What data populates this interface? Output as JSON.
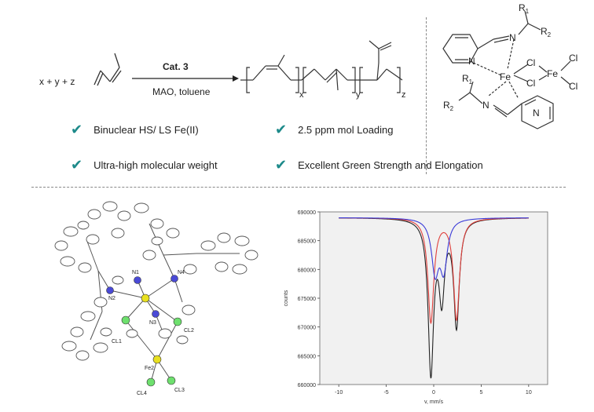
{
  "reaction": {
    "reactants": "x + y + z",
    "catalyst": "Cat. 3",
    "conditions": "MAO, toluene",
    "subscripts": [
      "x",
      "y",
      "z"
    ]
  },
  "complex_labels": {
    "r1_top": "R",
    "r1_top_sub": "1",
    "r2_top": "R",
    "r2_top_sub": "2",
    "n_imine_top": "N",
    "n_py_top": "N",
    "fe1": "Fe",
    "fe2": "Fe",
    "cl_a": "Cl",
    "cl_b": "Cl",
    "cl_c": "Cl",
    "cl_d": "Cl",
    "r1_bot": "R",
    "r1_bot_sub": "1",
    "r2_bot": "R",
    "r2_bot_sub": "2",
    "n_imine_bot": "N",
    "n_py_bot": "N"
  },
  "features": [
    {
      "icon": "check-icon",
      "text": "Binuclear HS/ LS Fe(II)"
    },
    {
      "icon": "check-icon",
      "text": "2.5 ppm mol Loading"
    },
    {
      "icon": "check-icon",
      "text": "Ultra-high molecular weight"
    },
    {
      "icon": "check-icon",
      "text": "Excellent Green Strength and Elongation"
    }
  ],
  "crystal_labels": {
    "n1": "N1",
    "n2": "N2",
    "n3": "N3",
    "n4": "N4",
    "cl1": "CL1",
    "cl2": "CL2",
    "cl3": "CL3",
    "cl4": "CL4",
    "fe2": "Fe2"
  },
  "colors": {
    "accent_check": "#1d8a8a",
    "series_black": "#222222",
    "series_red": "#e0403c",
    "series_blue": "#3a3ad8",
    "plot_bg": "#f1f1f1"
  },
  "chart_data": {
    "type": "line",
    "xlabel": "v, mm/s",
    "ylabel": "counts",
    "xlim": [
      -12,
      12
    ],
    "ylim": [
      660000,
      690000
    ],
    "xticks": [
      -10,
      -5,
      0,
      5,
      10
    ],
    "xtick_labels": [
      "-10",
      "-5",
      "0",
      "5",
      "10"
    ],
    "yticks": [
      660000,
      665000,
      670000,
      675000,
      680000,
      685000,
      690000
    ],
    "ytick_labels": [
      "660000",
      "665000",
      "670000",
      "675000",
      "680000",
      "685000",
      "690000"
    ],
    "baseline": 689000,
    "series": [
      {
        "color": "#222222",
        "peaks": [
          {
            "x": -0.3,
            "depth": 26500,
            "w": 0.35
          },
          {
            "x": 0.85,
            "depth": 13000,
            "w": 0.35
          },
          {
            "x": 2.4,
            "depth": 18500,
            "w": 0.35
          }
        ]
      },
      {
        "color": "#e0403c",
        "peaks": [
          {
            "x": -0.3,
            "depth": 18000,
            "w": 0.38
          },
          {
            "x": 2.4,
            "depth": 17500,
            "w": 0.38
          }
        ]
      },
      {
        "color": "#3a3ad8",
        "peaks": [
          {
            "x": 0.15,
            "depth": 9000,
            "w": 0.45
          },
          {
            "x": 1.05,
            "depth": 8500,
            "w": 0.45
          }
        ]
      }
    ]
  }
}
